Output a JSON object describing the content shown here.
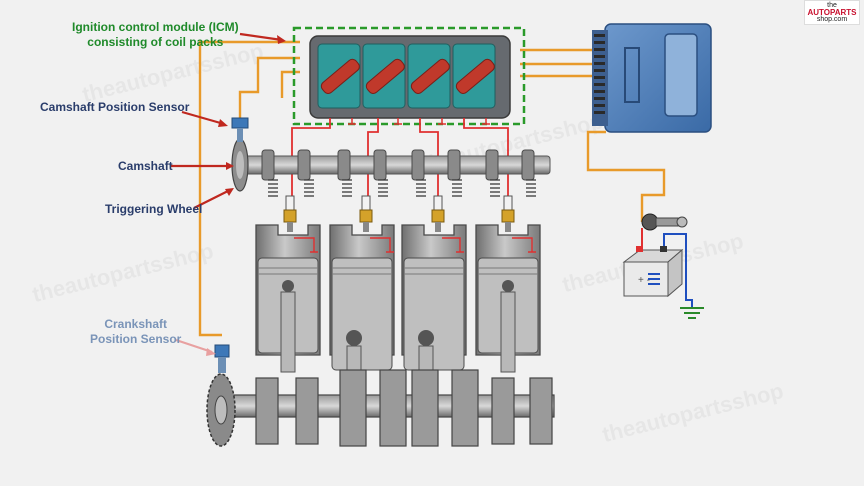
{
  "labels": {
    "icm_line1": "Ignition control module (ICM)",
    "icm_line2": "consisting of coil packs",
    "camshaft_sensor": "Camshaft Position Sensor",
    "camshaft": "Camshaft",
    "triggering_wheel": "Triggering Wheel",
    "crankshaft_sensor_line1": "Crankshaft",
    "crankshaft_sensor_line2": "Position Sensor"
  },
  "logo": {
    "line1": "the",
    "line2": "AUTOPARTS",
    "line3": "shop.com"
  },
  "colors": {
    "label_green": "#1f8a2a",
    "label_navy": "#2a3d6b",
    "label_faded": "#7a94b8",
    "wire_orange": "#e89a2a",
    "wire_red": "#e03030",
    "wire_blue": "#1f4fbf",
    "ecu_blue": "#4a78b0",
    "coil_red": "#c0392b",
    "icm_dashed_border": "#2a9a2a"
  },
  "icons": [
    "ecu-icon",
    "battery-icon",
    "ground-icon",
    "ignition-key-icon",
    "spark-plug-icon",
    "piston-icon",
    "crankshaft-icon",
    "camshaft-icon"
  ]
}
